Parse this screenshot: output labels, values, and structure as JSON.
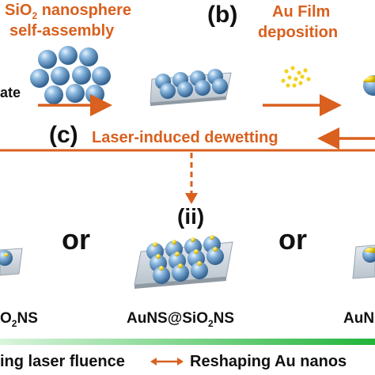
{
  "diagram": {
    "step_a_label_line1_prefix": "SiO",
    "step_a_label_line1_sub": "2",
    "step_a_label_line1_suffix": " nanosphere",
    "step_a_label_line2": "self-assembly",
    "substrate_label_partial": "ate",
    "step_b_marker": "(b)",
    "step_b_label_line1": "Au Film",
    "step_b_label_line2": "deposition",
    "step_c_marker": "(c)",
    "step_c_label": "Laser-induced dewetting",
    "option_ii_marker": "(ii)",
    "or_word_left": "or",
    "or_word_right": "or",
    "result_left_partial_prefix": "O",
    "result_left_partial_sub": "2",
    "result_left_partial_suffix": "NS",
    "result_center_prefix": "AuNS@SiO",
    "result_center_sub": "2",
    "result_center_suffix": "NS",
    "result_right_partial": "AuN",
    "bottom_left_partial": "ing laser fluence",
    "bottom_right_partial": "Reshaping  Au nanos",
    "colors": {
      "orange_accent": "#d9601e",
      "sphere_blue": "#5f93c4",
      "gold": "#f1d21e",
      "gradient_green": "#3ec24e"
    }
  }
}
